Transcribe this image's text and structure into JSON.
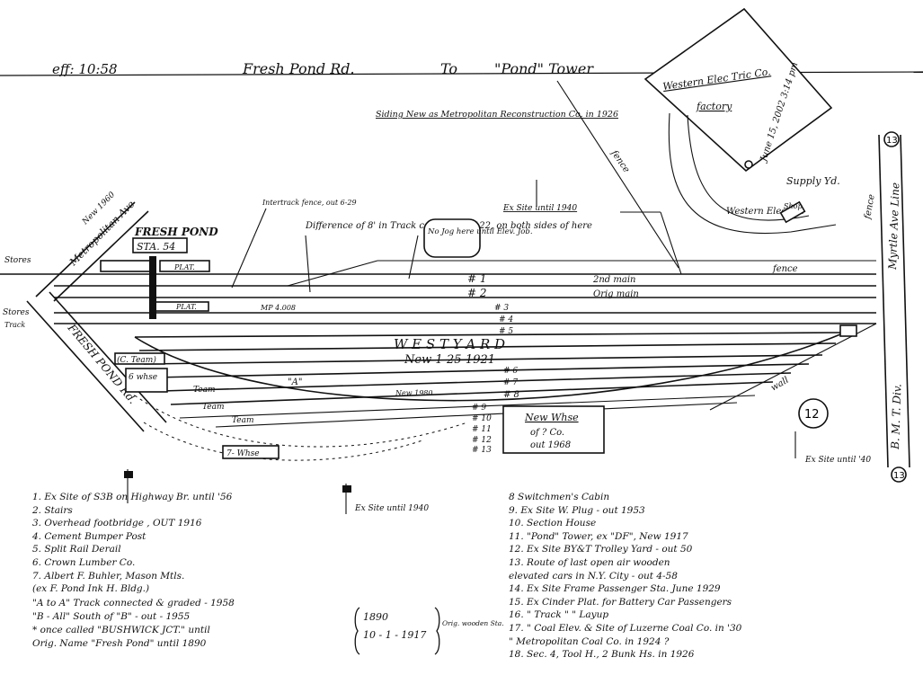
{
  "header": {
    "eff": "eff: 10:58",
    "title_a": "Fresh  Pond  Rd.",
    "title_b": "To",
    "title_c": "\"Pond\" Tower",
    "siding_note": "Siding New as Metropolitan Reconstruction Co. in 1926"
  },
  "places": {
    "western_electric": "Western Elec Tric Co.",
    "factory": "factory",
    "western_electric_2": "Western Elec Co.",
    "supply_yd": "Supply Yd.",
    "shop": "Shop",
    "metropolitan_ave": "Metropolitan Ave",
    "fresh_pond": "FRESH  POND",
    "sta": "STA. 54",
    "fresh_pond_rd": "FRESH  POND  Rd.",
    "myrtle_ave": "Myrtle Ave  Line",
    "bmt_div": "B. M. T. Div.",
    "stores": "Stores",
    "stores_2": "Stores",
    "new_1960": "New 1960"
  },
  "annotations": {
    "intertrack": "Intertrack fence, out 6-29",
    "difference": "Difference of 8' in Track center at # 122, on both sides of here",
    "no_jog": "No Jog here until Elev. Job.",
    "ex_site_1940": "Ex Site until 1940",
    "ex_site_1940_b": "Ex Site until 1940",
    "ex_site_40": "Ex Site until '40",
    "fence": "fence",
    "fence_2": "fence",
    "fence_3": "fence",
    "wall": "wall",
    "second_main": "2nd main",
    "orig_main": "Orig main",
    "west_yard": "W E S T     Y A R D",
    "new_date": "New          1-25-1921",
    "new_whse": "New Whse",
    "whse_co": "of  ?  Co.",
    "whse_out": "out  1968",
    "team_c": "(C. Team)",
    "whse_6": "6 whse",
    "whse_7": "7- Whse",
    "team_a": "\"A\"",
    "team": "Team",
    "team_2": "Team",
    "team_3": "Team",
    "new_1980": "New 1980",
    "mp": "MP 4.008",
    "platform": "PLAT.",
    "platform_2": "PLAT.",
    "track": "Track",
    "circle_12": "12",
    "circle_13": "13",
    "circle_13b": "13",
    "tracks": [
      "# 1",
      "# 2",
      "# 3",
      "# 4",
      "# 5",
      "# 6",
      "# 7",
      "# 8",
      "# 9",
      "# 10",
      "# 11",
      "# 12",
      "# 13"
    ]
  },
  "legend_left": [
    "1.  Ex Site of          S3B on Highway Br. until '56",
    "2.  Stairs",
    "3.  Overhead footbridge , OUT 1916",
    "4.  Cement Bumper Post",
    "5.  Split Rail Derail",
    "6.  Crown Lumber Co.",
    "7.  Albert F. Buhler, Mason Mtls.",
    "     (ex F. Pond  Ink H. Bldg.)"
  ],
  "legend_right": [
    "8   Switchmen's Cabin",
    "9.  Ex Site  W. Plug - out 1953",
    "10.  Section House",
    "11.  \"Pond\" Tower, ex \"DF\", New 1917",
    "12.  Ex Site   BY&T  Trolley Yard - out 50",
    "13.  Route of last  open air wooden",
    "       elevated cars in N.Y. City - out 4-58",
    "14.  Ex Site Frame Passenger Sta. June 1929",
    "15.  Ex    Cinder Plat. for  Battery Car Passengers",
    "16.   \"     Track    \"          \"        Layup",
    "17.   \"     Coal Elev. & Site of Luzerne Coal Co. in '30",
    "        \"    Metropolitan Coal Co. in 1924 ?",
    "18.   Sec. 4, Tool H., 2 Bunk Hs. in 1926"
  ],
  "footnotes": [
    "\"A to A\" Track connected & graded - 1958",
    "\"B - All\"     South of \"B\" - out - 1955",
    "*      once called \"BUSHWICK JCT.\"  until",
    "Orig. Name  \"Fresh Pond\" until 1890"
  ],
  "dates": {
    "d1": "1890",
    "d2": "10 - 1 - 1917",
    "orig": "Orig. wooden Sta."
  },
  "corner_note": "June 15, 2002 3:14 pm"
}
